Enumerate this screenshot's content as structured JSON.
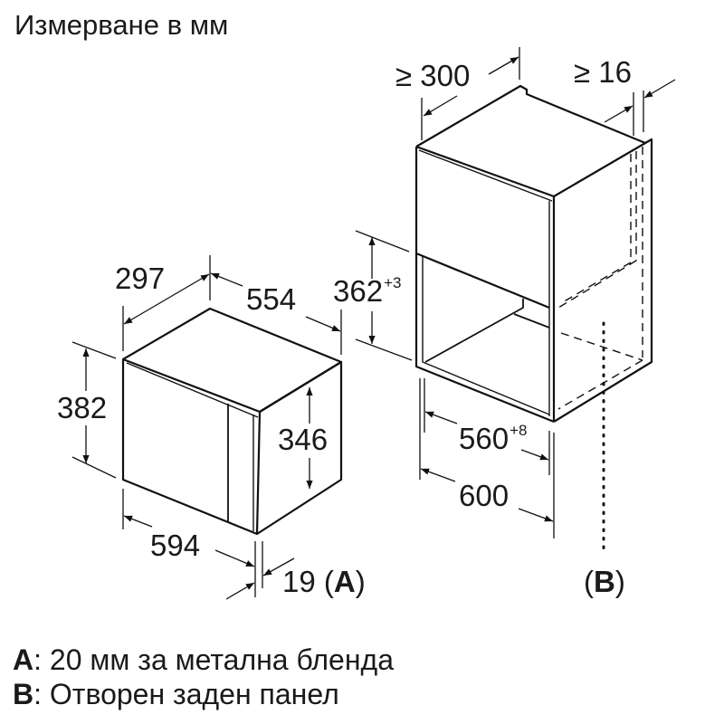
{
  "title": "Измерване в мм",
  "appliance": {
    "depth": "297",
    "side_width": "554",
    "height": "382",
    "inner_height": "346",
    "width": "594",
    "front_offset": "19",
    "front_offset_marker": "A"
  },
  "cabinet": {
    "min_depth": "≥ 300",
    "min_rear_gap": "≥ 16",
    "niche_height": "362",
    "niche_height_tol": "+3",
    "niche_width": "560",
    "niche_width_tol": "+8",
    "cabinet_width": "600",
    "open_back_marker": "B"
  },
  "legend": [
    {
      "key": "A",
      "text": ": 20 мм за метална бленда"
    },
    {
      "key": "B",
      "text": ": Отворен заден панел"
    }
  ],
  "colors": {
    "line": "#111111",
    "background": "#ffffff"
  }
}
